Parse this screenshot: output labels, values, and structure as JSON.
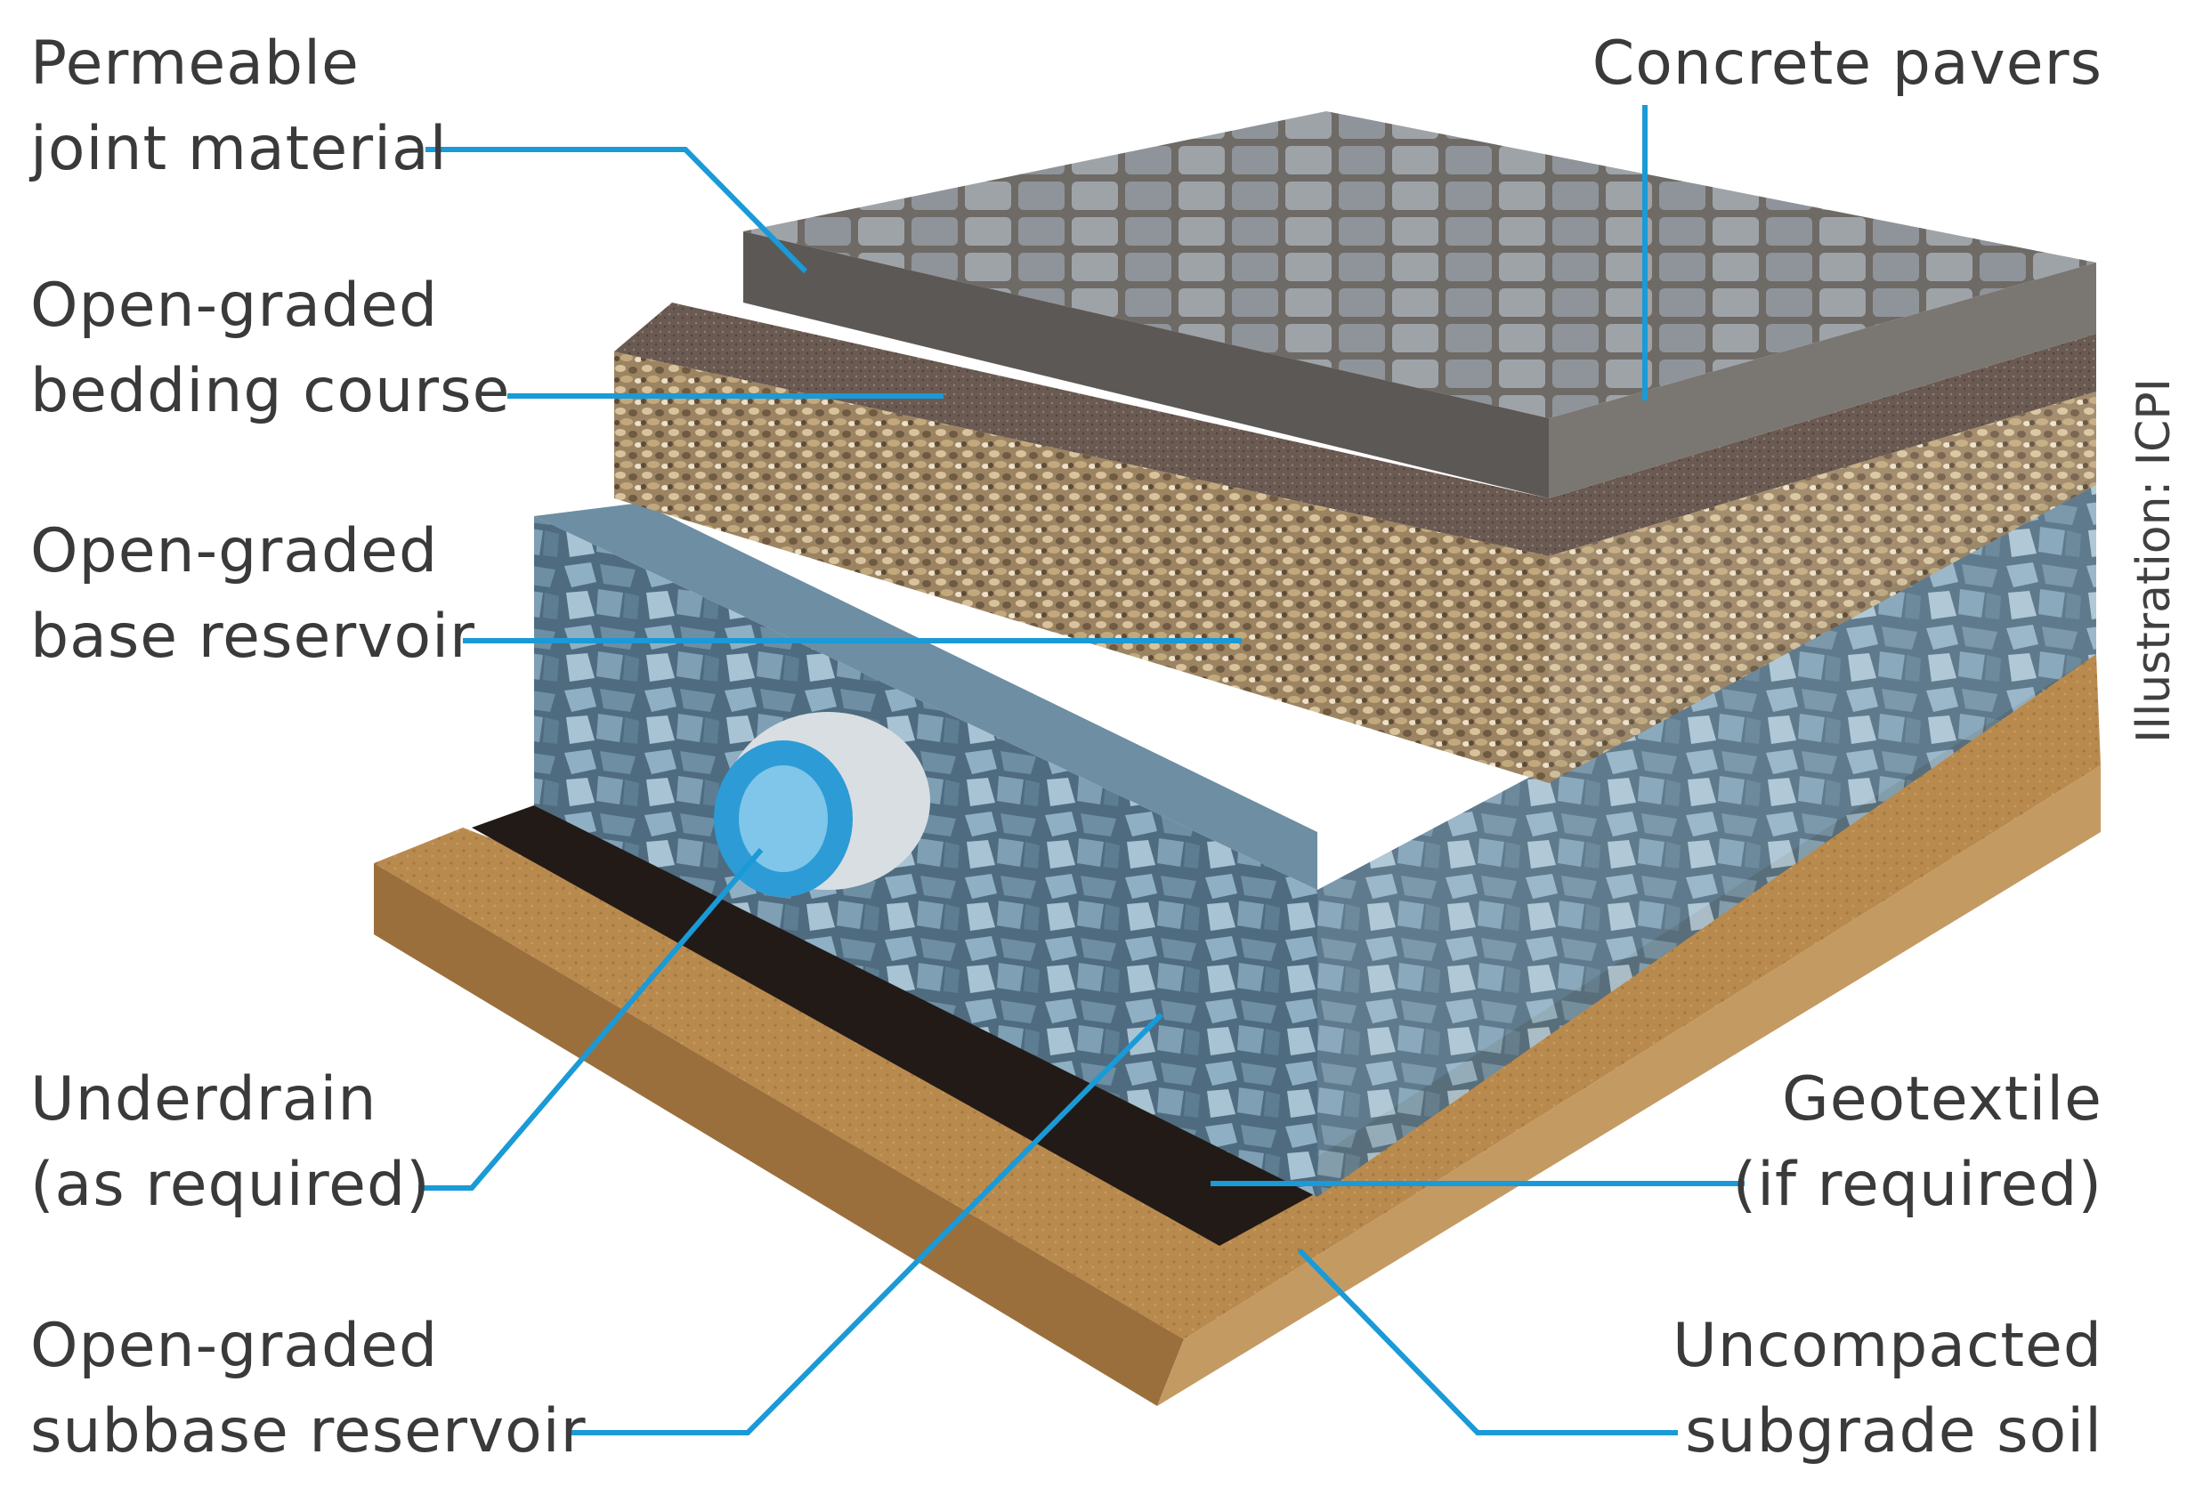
{
  "labels": {
    "permeable_joint": [
      "Permeable",
      "joint material"
    ],
    "concrete_pavers": [
      "Concrete pavers"
    ],
    "bedding_course": [
      "Open-graded",
      "bedding course"
    ],
    "base_reservoir": [
      "Open-graded",
      "base reservoir"
    ],
    "underdrain": [
      "Underdrain",
      "(as required)"
    ],
    "geotextile": [
      "Geotextile",
      "(if required)"
    ],
    "subbase_reservoir": [
      "Open-graded",
      "subbase reservoir"
    ],
    "subgrade_soil": [
      "Uncompacted",
      "subgrade soil"
    ]
  },
  "credit": "Illustration: ICPI",
  "colors": {
    "leader": "#1a9ad6",
    "text": "#3a3a3a",
    "pavers": "#8a8f94",
    "bedding": "#6a5a52",
    "base_stone": "#a8926e",
    "subbase_stone": "#5f7f95",
    "geotextile": "#221a17",
    "soil": "#b98a4e"
  }
}
